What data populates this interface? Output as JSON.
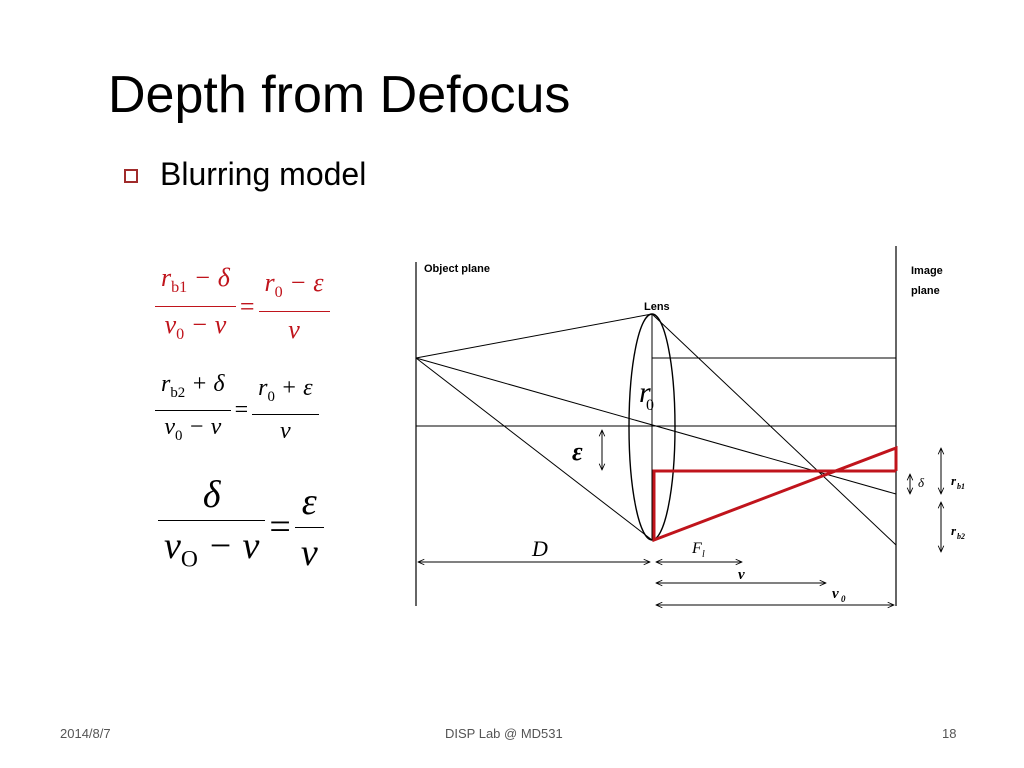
{
  "title": "Depth from Defocus",
  "bullet": "Blurring model",
  "equations": {
    "eq1": {
      "num_main": "r",
      "num_sub": "b1",
      "num_rest": " − δ",
      "den_main": "v",
      "den_sub": "0",
      "den_rest": " − v",
      "eq": "=",
      "r_num_main": "r",
      "r_num_sub": "0",
      "r_num_rest": " − ε",
      "r_den": "v"
    },
    "eq2": {
      "num_main": "r",
      "num_sub": "b2",
      "num_rest": " + δ",
      "den_main": "v",
      "den_sub": "0",
      "den_rest": " − v",
      "eq": "=",
      "r_num_main": "r",
      "r_num_sub": "0",
      "r_num_rest": " + ε",
      "r_den": "v"
    },
    "eq3": {
      "num": "δ",
      "den_main": "v",
      "den_sub": "O",
      "den_rest": " − v",
      "eq": "=",
      "r_num": "ε",
      "r_den": "v"
    }
  },
  "diagram": {
    "object_plane": "Object plane",
    "image_plane_1": "Image",
    "image_plane_2": "plane",
    "lens": "Lens",
    "r0_main": "r",
    "r0_sub": "0",
    "epsilon": "ε",
    "delta": "δ",
    "rb1_main": "r",
    "rb1_sub": "b1",
    "rb2_main": "r",
    "rb2_sub": "b2",
    "D": "D",
    "Fl_main": "F",
    "Fl_sub": "l",
    "v": "v",
    "v0_main": "v",
    "v0_sub": "0"
  },
  "footer": {
    "date": "2014/8/7",
    "center": "DISP Lab @ MD531",
    "page": "18"
  },
  "colors": {
    "accent": "#c0141c",
    "bullet": "#a02b2b",
    "ink": "#000000"
  }
}
